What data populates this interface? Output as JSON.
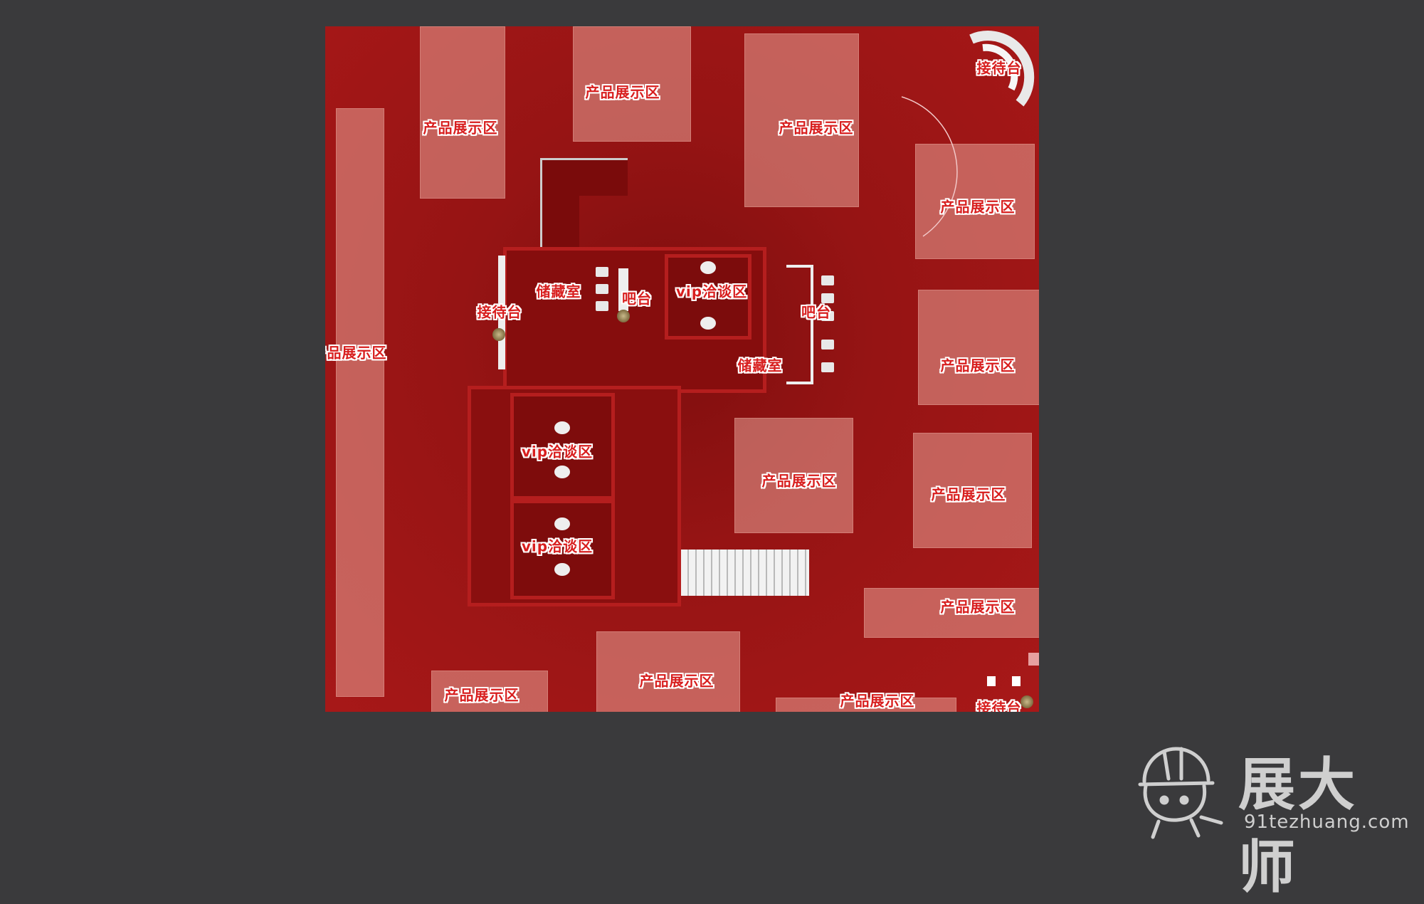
{
  "labels": {
    "product_display": "产品展示区",
    "reception": "接待台",
    "storage": "储藏室",
    "bar": "吧台",
    "vip": "vip洽谈区"
  },
  "brand": {
    "name": "展大师",
    "url": "91tezhuang.com"
  },
  "colors": {
    "background": "#3a3a3c",
    "floor": "#a81818",
    "zone": "#e8a096",
    "label_text": "#d81e1e",
    "label_outline": "#ffffff"
  }
}
